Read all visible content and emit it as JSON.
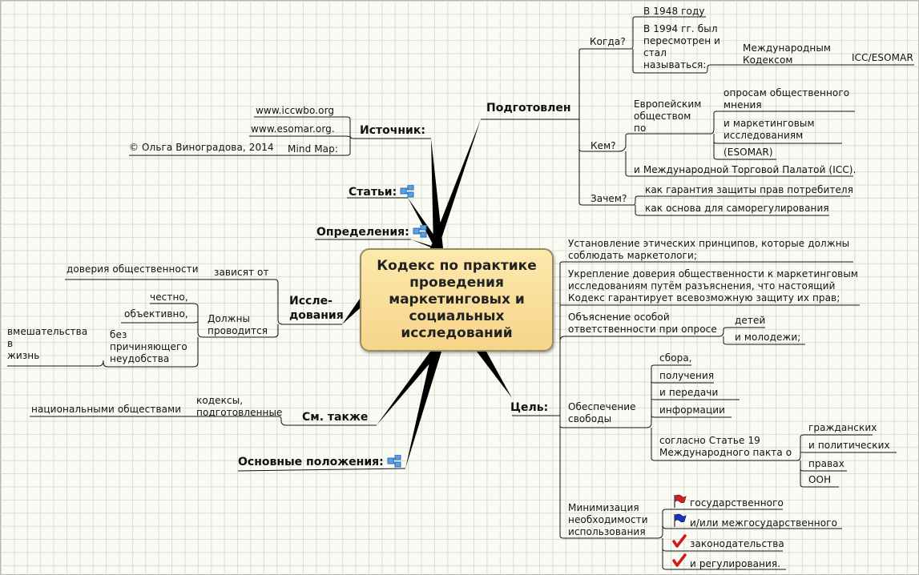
{
  "central": "Кодекс по практике\nпроведения\nмаркетинговых и\nсоциальных\nисследований",
  "branches": {
    "prepared": {
      "title": "Подготовлен",
      "when": {
        "label": "Когда?",
        "a": "В 1948 году",
        "b": "В 1994 гг. был\nпересмотрен и\nстал\nназываться:",
        "c": "Международным\nКодексом",
        "d": "ICC/ESOMAR"
      },
      "who": {
        "label": "Кем?",
        "a": "Европейским\nобществом\nпо",
        "b": "опросам общественного\nмнения",
        "c": "и маркетинговым\nисследованиям",
        "d": "(ESOMAR)",
        "e": "и Международной Торговой Палатой (ICC)."
      },
      "why": {
        "label": "Зачем?",
        "a": "как гарантия защиты прав потребителя",
        "b": "как основа для саморегулирования"
      }
    },
    "goal": {
      "title": "Цель:",
      "g1": "Установление этических принципов, которые должны\nсоблюдать маркетологи;",
      "g2": "Укрепление доверия общественности к маркетинговым\nисследованиям путём разъяснения, что настоящий\nКодекс гарантирует всевозможную защиту их прав;",
      "g3": "Объяснение особой\nответственности при опросе",
      "g3a": "детей",
      "g3b": "и молодежи;",
      "g4": "Обеспечение\nсвободы",
      "g4items": [
        "сбора,",
        "получения",
        "и передачи",
        "информации"
      ],
      "g4pact": "согласно Статье 19\nМеждународного пакта о",
      "g4pactItems": [
        "гражданских",
        "и политических",
        "правах",
        "ООН"
      ],
      "g5": "Минимизация\nнеобходимости\nиспользования",
      "g5items": [
        "государственного",
        "и/или межгосударственного",
        "законодательства",
        "и регулирования."
      ]
    },
    "source": {
      "title": "Источник:",
      "a": "www.iccwbo.org",
      "b": "www.esomar.org.",
      "c": "Mind Map:",
      "d": "© Ольга Виноградова, 2014"
    },
    "articles": {
      "title": "Статьи:"
    },
    "definitions": {
      "title": "Определения:"
    },
    "research": {
      "title": "Иссле-\nдования",
      "depends": "зависят от",
      "trust": "доверия общественности",
      "conducted": "Должны\nпроводится",
      "honest": "честно,",
      "objective": "объективно,",
      "noharm": "без\nпричиняющего\nнеудобства",
      "intrusion": "вмешательства\nв\nжизнь"
    },
    "seealso": {
      "title": "См. также",
      "a": "кодексы,\nподготовленные",
      "b": "национальными обществами"
    },
    "main": {
      "title": "Основные положения:"
    }
  },
  "icons": {
    "flag_red": "#d42020",
    "flag_blue": "#1c35b8",
    "check": "#d01818",
    "link": "link-icon"
  }
}
